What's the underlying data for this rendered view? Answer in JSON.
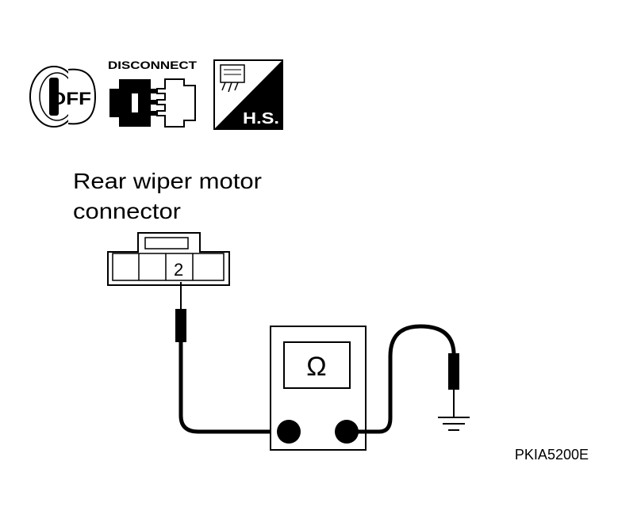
{
  "icons": {
    "ignition_text": "OFF",
    "disconnect_text": "DISCONNECT",
    "harness_side_text": "H.S."
  },
  "connector": {
    "label_line1": "Rear wiper motor",
    "label_line2": "connector",
    "terminal": "2"
  },
  "meter": {
    "symbol": "Ω"
  },
  "figure_code": "PKIA5200E"
}
